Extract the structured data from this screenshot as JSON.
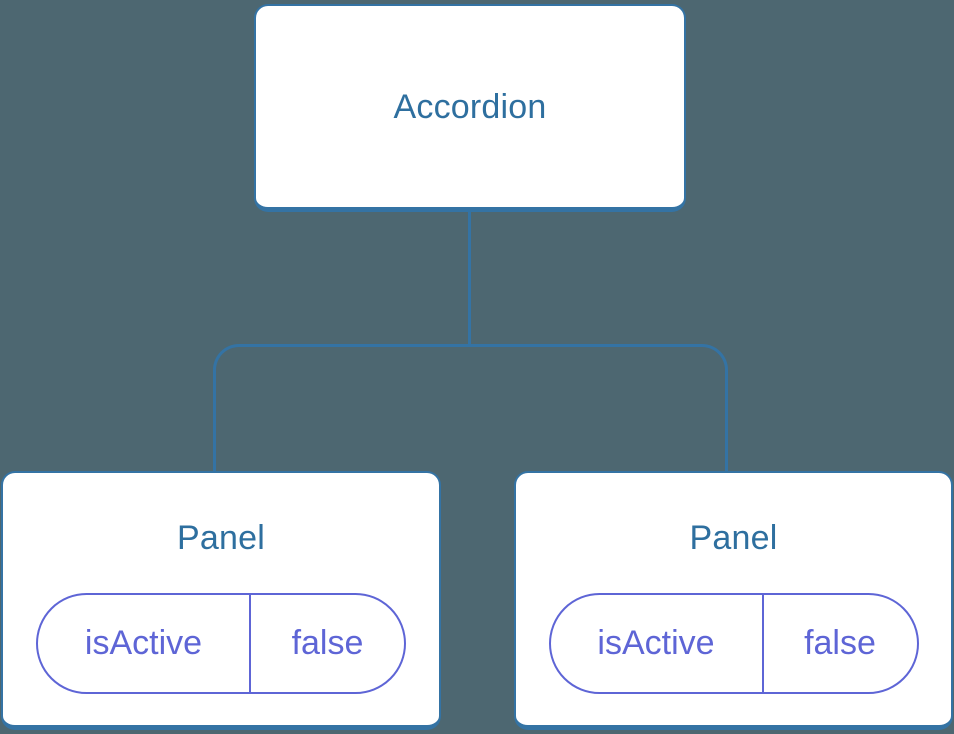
{
  "diagram": {
    "type": "component-tree",
    "root": {
      "label": "Accordion"
    },
    "children": [
      {
        "label": "Panel",
        "state": {
          "key": "isActive",
          "value": "false"
        }
      },
      {
        "label": "Panel",
        "state": {
          "key": "isActive",
          "value": "false"
        }
      }
    ]
  },
  "colors": {
    "background": "#4D6771",
    "node_fill": "#FFFFFF",
    "node_border": "#3473A4",
    "node_text": "#2E6F9F",
    "state_accent": "#5E65D6"
  }
}
